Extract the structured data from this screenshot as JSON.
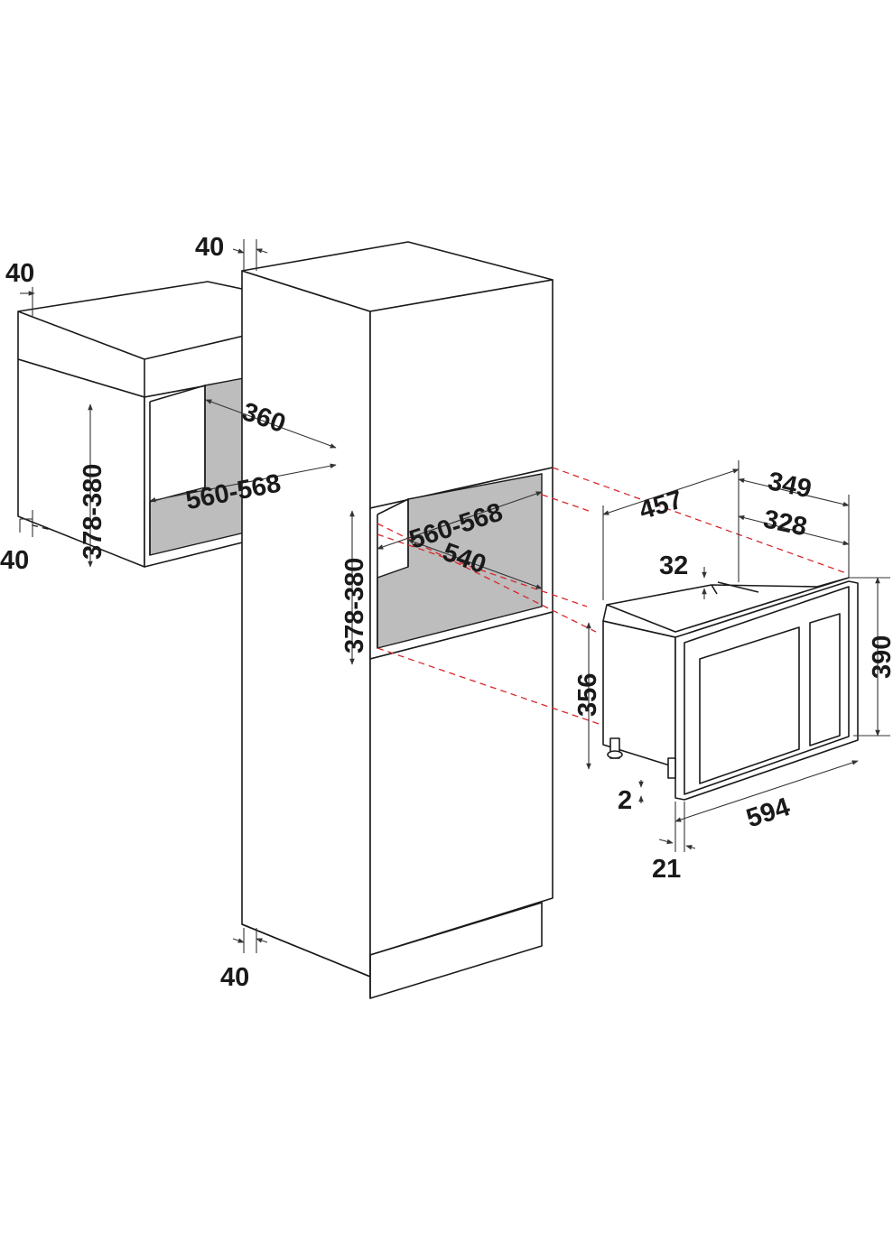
{
  "colors": {
    "line": "#1a1a1a",
    "cavity": "#bdbdbd",
    "alignment_guide": "#d8262b",
    "background": "#ffffff"
  },
  "dimensions": {
    "wall_cabinet": {
      "top_offset": "40",
      "bottom_offset": "40",
      "depth": "360",
      "width": "560-568",
      "height": "378-380"
    },
    "tall_cabinet": {
      "top_offset": "40",
      "bottom_offset": "40",
      "width": "560-568",
      "depth": "540",
      "height": "378-380"
    },
    "appliance": {
      "depth": "457",
      "depth_overall": "349",
      "depth_body": "328",
      "frame_offset": "32",
      "body_height": "356",
      "overall_height": "390",
      "foot": "2",
      "width": "594",
      "frame_thickness": "21"
    }
  }
}
